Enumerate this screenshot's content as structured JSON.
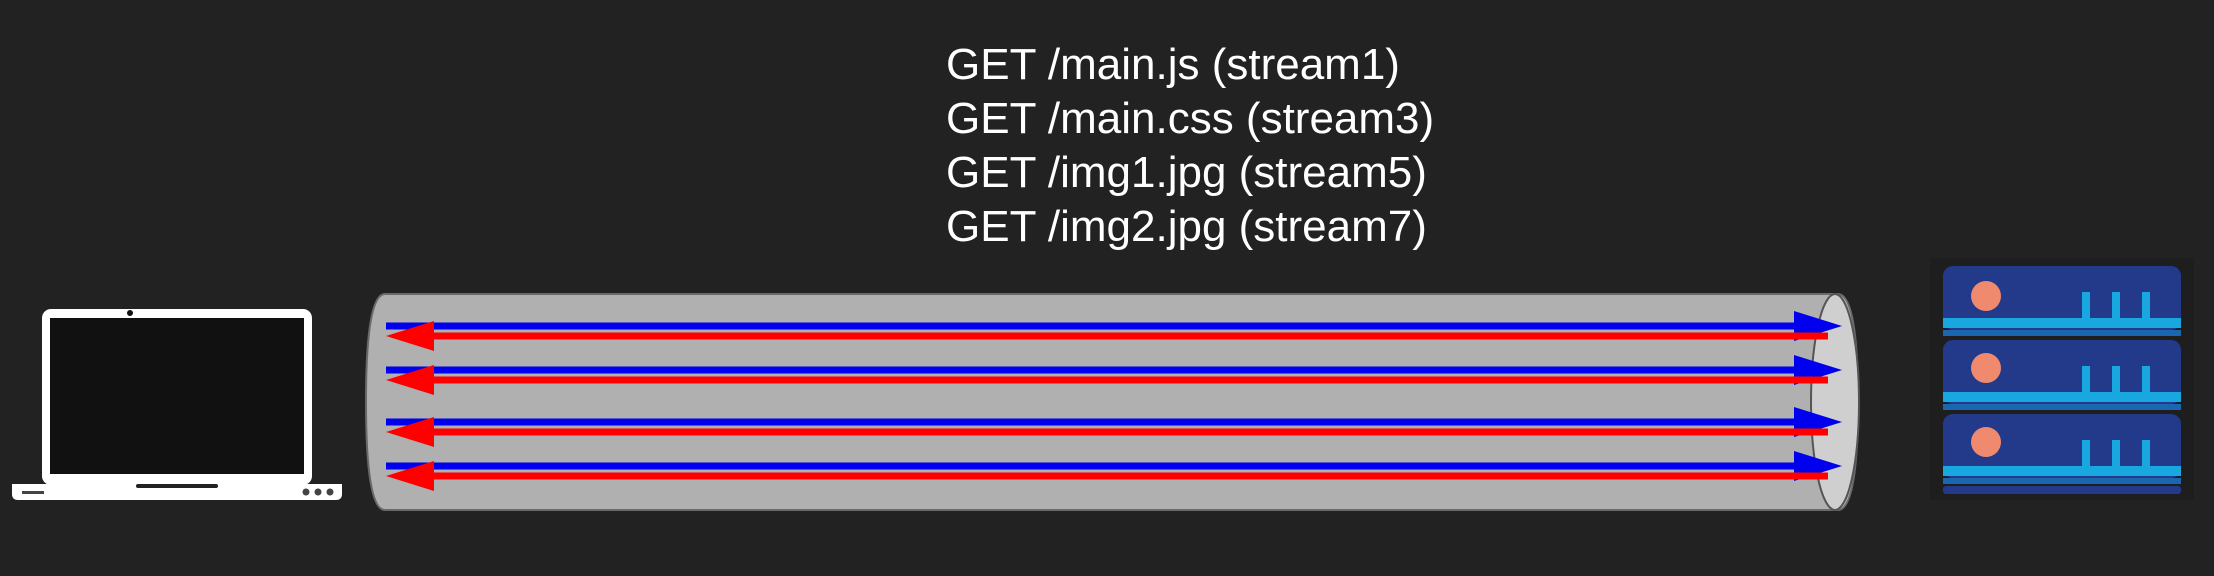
{
  "requests": [
    "GET /main.js (stream1)",
    "GET /main.css (stream3)",
    "GET /img1.jpg (stream5)",
    "GET /img2.jpg (stream7)"
  ],
  "colors": {
    "background": "#222222",
    "pipe": "#b0b0b0",
    "request_arrow": "#0000ee",
    "response_arrow": "#ff0000",
    "laptop": "#ffffff",
    "server_body": "#233a8a",
    "server_light": "#f08a6e",
    "server_accent": "#19a7e0"
  },
  "icons": {
    "client": "laptop-icon",
    "server": "server-rack-icon"
  }
}
